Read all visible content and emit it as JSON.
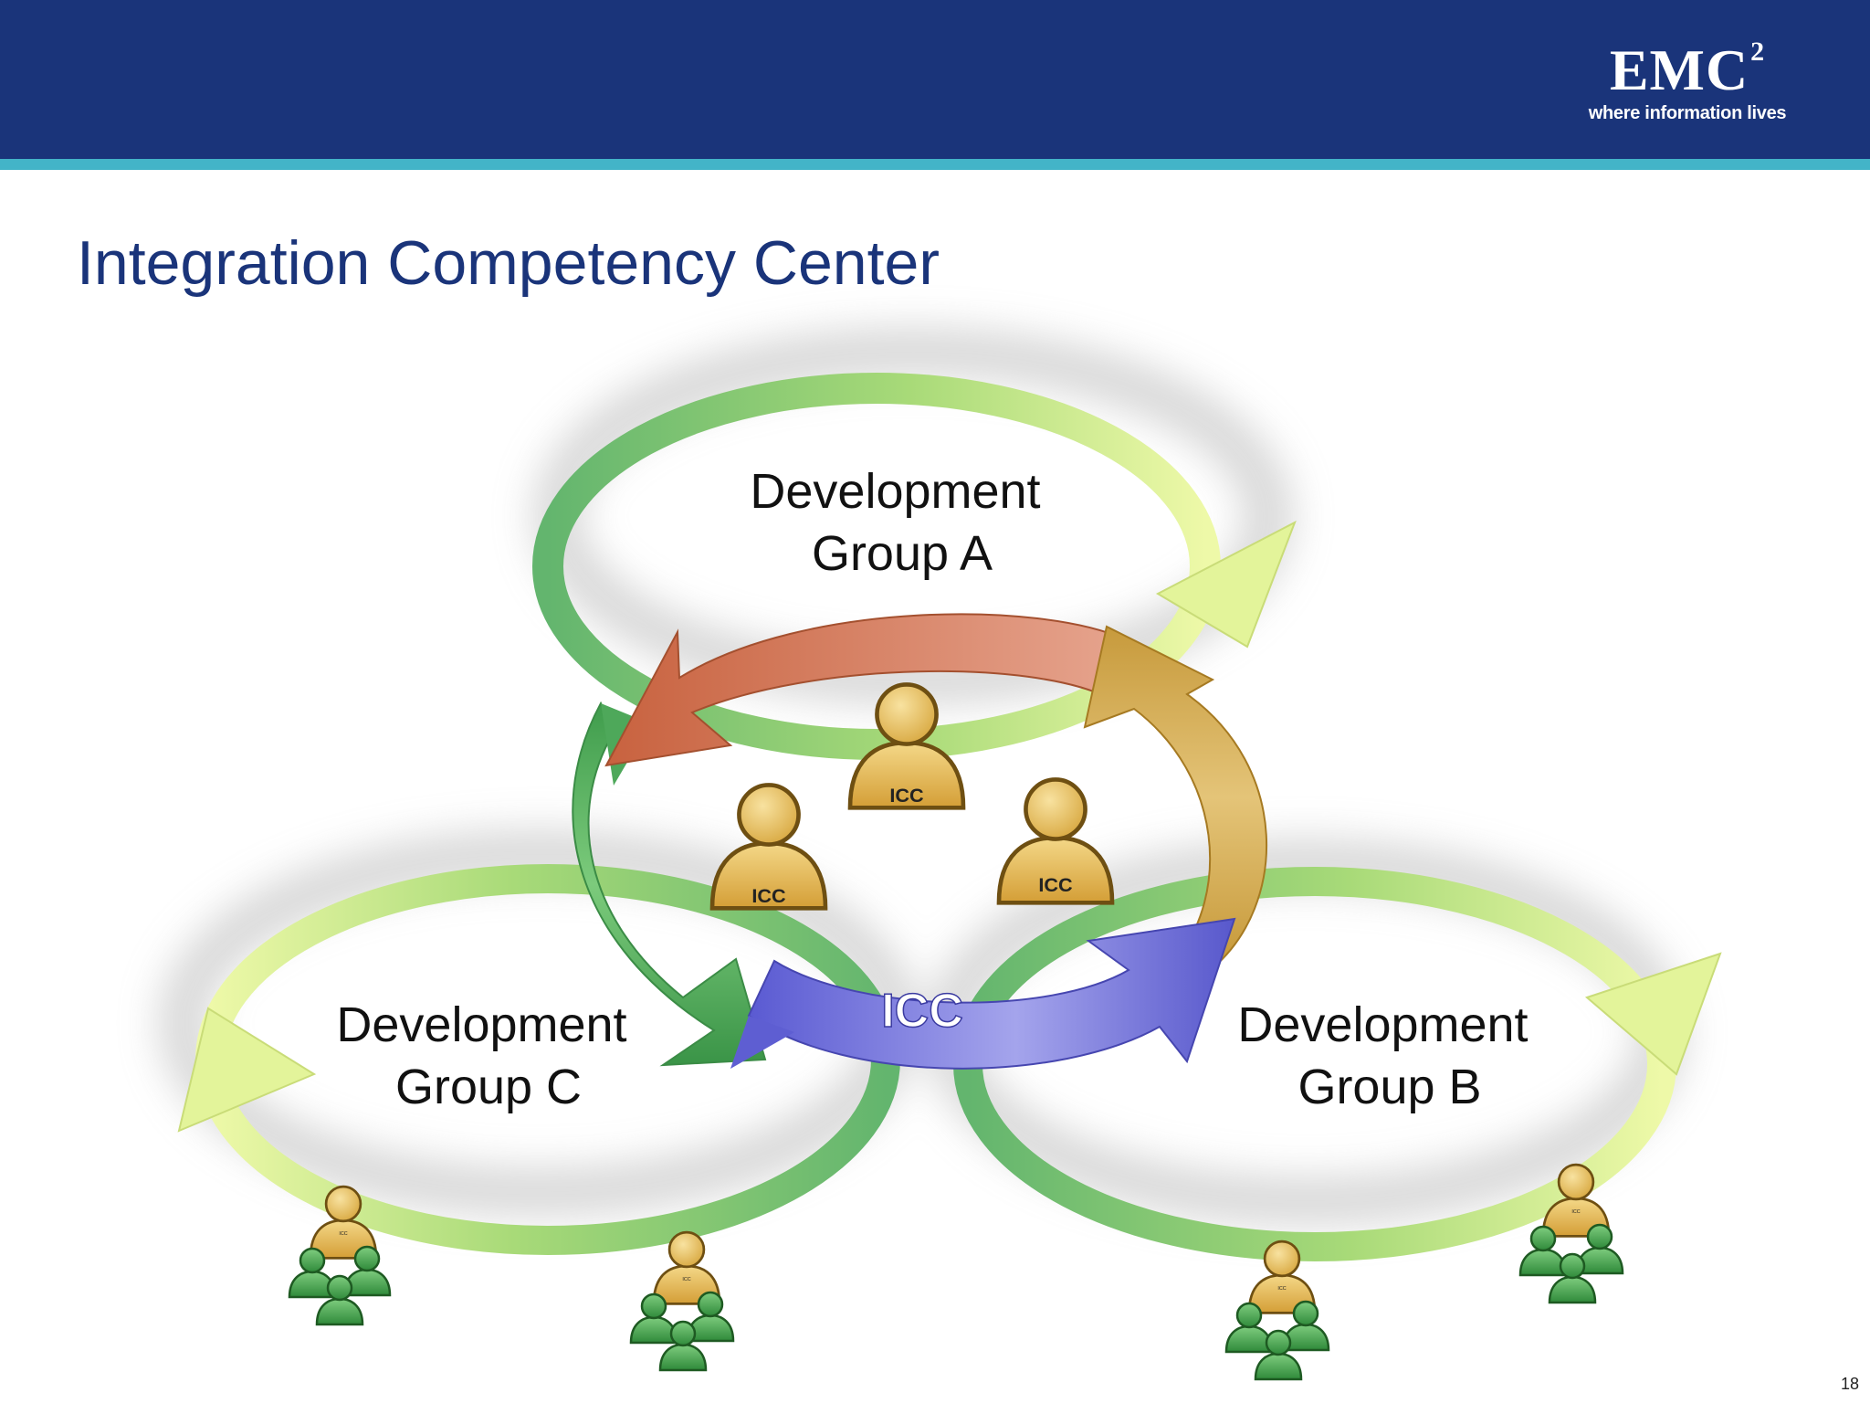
{
  "header": {
    "logo_word": "EMC",
    "logo_superscript": "2",
    "logo_tagline": "where information lives"
  },
  "title": "Integration Competency Center",
  "diagram": {
    "group_a": [
      "Development",
      "Group A"
    ],
    "group_b": [
      "Development",
      "Group B"
    ],
    "group_c": [
      "Development",
      "Group C"
    ],
    "center_label": "ICC",
    "person_badge": "ICC"
  },
  "page_number": "18",
  "colors": {
    "header": "#1a347a",
    "stripe": "#43b4c8",
    "title": "#1a347a",
    "green_ring": "#5ab06c",
    "yellow_green": "#e4f596",
    "red_arrow": "#d07a5e",
    "gold_arrow": "#d0a848",
    "purple_arrow": "#7070d8",
    "person_gold": "#e8c060",
    "person_green": "#4caa4c"
  }
}
